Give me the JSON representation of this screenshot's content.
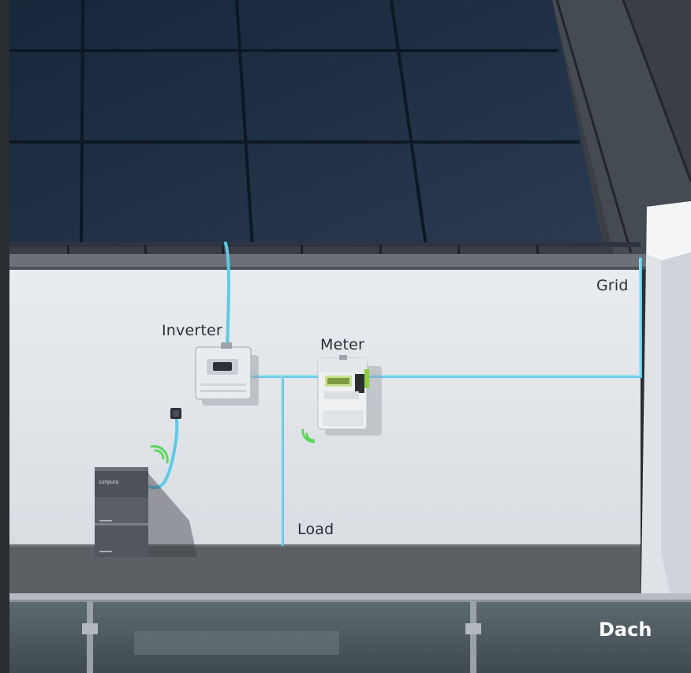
{
  "labels": {
    "inverter": "Inverter",
    "meter": "Meter",
    "grid": "Grid",
    "load": "Load",
    "location": "Dach"
  },
  "battery": {
    "brand": "sunpura"
  },
  "colors": {
    "solar_panel": "#1f3047",
    "wall": "#e3e6ea",
    "cable": "#5fc9e6",
    "wireless": "#5cd65c",
    "floor": "#5c5f63"
  }
}
